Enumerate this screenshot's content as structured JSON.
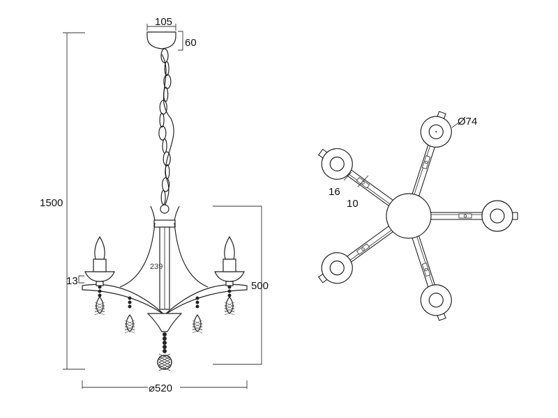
{
  "side_view": {
    "canopy_width": "105",
    "canopy_height": "60",
    "total_height": "1500",
    "cup_height": "13",
    "rod_length": "239",
    "body_height": "500",
    "diameter": "⌀520"
  },
  "top_view": {
    "cup_diameter": "Ø74",
    "arm_width_outer": "16",
    "arm_width_inner": "10",
    "arm_count": 5
  }
}
